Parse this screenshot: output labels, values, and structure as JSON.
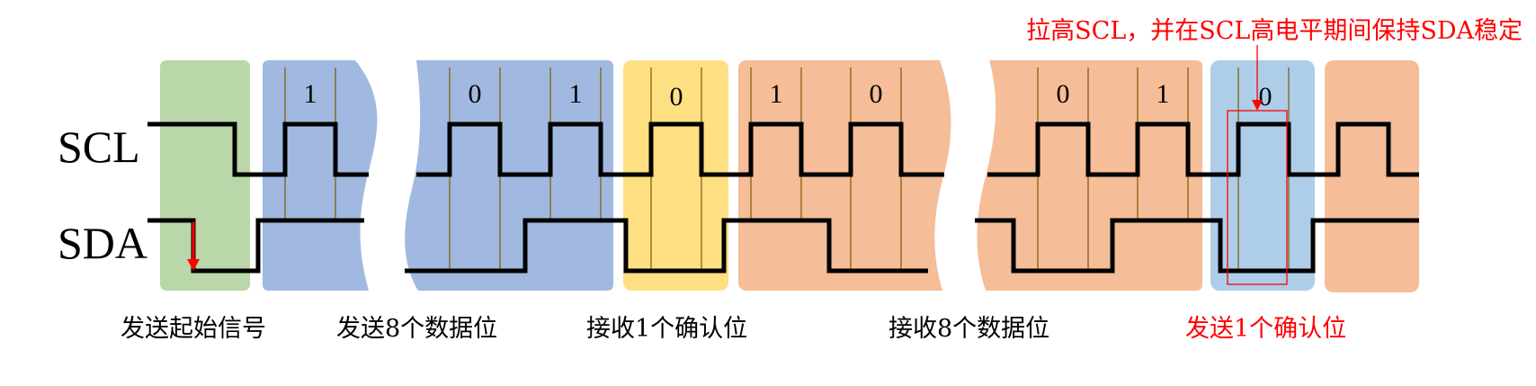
{
  "title": "I2C timing diagram",
  "signals": [
    {
      "name": "SCL"
    },
    {
      "name": "SDA"
    }
  ],
  "bits": [
    "1",
    "0",
    "1",
    "0",
    "1",
    "0",
    "0",
    "1",
    "0"
  ],
  "phases": [
    {
      "label": "发送起始信号",
      "color": "#000000"
    },
    {
      "label": "发送8个数据位",
      "color": "#000000"
    },
    {
      "label": "接收1个确认位",
      "color": "#000000"
    },
    {
      "label": "接收8个数据位",
      "color": "#000000"
    },
    {
      "label": "发送1个确认位",
      "color": "#ff0000"
    }
  ],
  "annotation": "拉高SCL，并在SCL高电平期间保持SDA稳定",
  "colors": {
    "start": "#b9d7a8",
    "send_data": "#a1b9e0",
    "ack_receive": "#fee083",
    "receive_data": "#f5bd98",
    "ack_send": "#aecde9",
    "highlight": "#ff0000",
    "wave": "#000000",
    "guide": "#7a5a00"
  }
}
